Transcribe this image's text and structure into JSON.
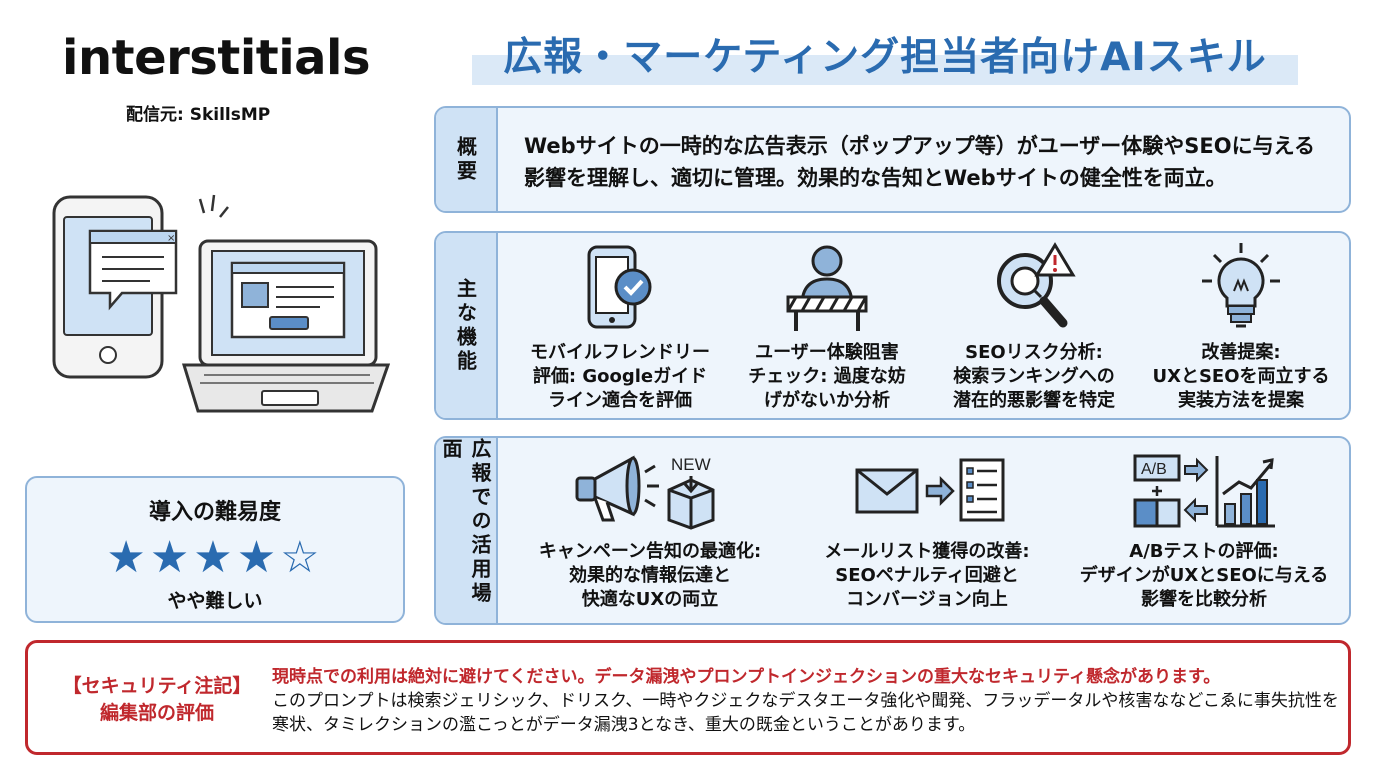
{
  "header": {
    "app_title": "interstitials",
    "source": "配信元: SkillsMP",
    "main_title": "広報・マーケティング担当者向けAIスキル"
  },
  "overview": {
    "label": "概要",
    "text": "Webサイトの一時的な広告表示（ポップアップ等）がユーザー体験やSEOに与える影響を理解し、適切に管理。効果的な告知とWebサイトの健全性を両立。"
  },
  "features": {
    "label": "主な機能",
    "items": [
      {
        "icon": "mobile-check-icon",
        "text": "モバイルフレンドリー\n評価: Googleガイド\nライン適合を評価"
      },
      {
        "icon": "user-barrier-icon",
        "text": "ユーザー体験阻害\nチェック: 過度な妨\nげがないか分析"
      },
      {
        "icon": "seo-warning-search-icon",
        "text": "SEOリスク分析:\n検索ランキングへの\n潜在的悪影響を特定"
      },
      {
        "icon": "lightbulb-icon",
        "text": "改善提案:\nUXとSEOを両立する\n実装方法を提案"
      }
    ]
  },
  "usecases": {
    "label": "広報での活用場面",
    "new_badge": "NEW",
    "ab_badge": "A/B",
    "items": [
      {
        "icon": "megaphone-new-box-icon",
        "text": "キャンペーン告知の最適化:\n効果的な情報伝達と\n快適なUXの両立"
      },
      {
        "icon": "mail-to-list-icon",
        "text": "メールリスト獲得の改善:\nSEOペナルティ回避と\nコンバージョン向上"
      },
      {
        "icon": "ab-test-chart-icon",
        "text": "A/Bテストの評価:\nデザインがUXとSEOに与える\n影響を比較分析"
      }
    ]
  },
  "difficulty": {
    "title": "導入の難易度",
    "stars": "★★★★☆",
    "rating": 4,
    "max": 5,
    "value": "やや難しい"
  },
  "security": {
    "label_line1": "【セキュリティ注記】",
    "label_line2": "編集部の評価",
    "warning": "現時点での利用は絶対に避けてください。データ漏洩やプロンプトインジェクションの重大なセキュリティ懸念があります。",
    "body": "このプロンプトは検索ジェリシック、ドリスク、一時やクジェクなデスタエータ強化や聞発、フラッデータルや核害ななどこゑに事失抗性を寒状、タミレクションの濫こっとがデータ漏洩3となき、重大の既金ということがあります。"
  },
  "colors": {
    "accent": "#2a6bb0",
    "panel_fill": "#eef5fc",
    "panel_border": "#8fb3d9",
    "label_fill": "#cfe2f5",
    "warning": "#c0282d"
  }
}
